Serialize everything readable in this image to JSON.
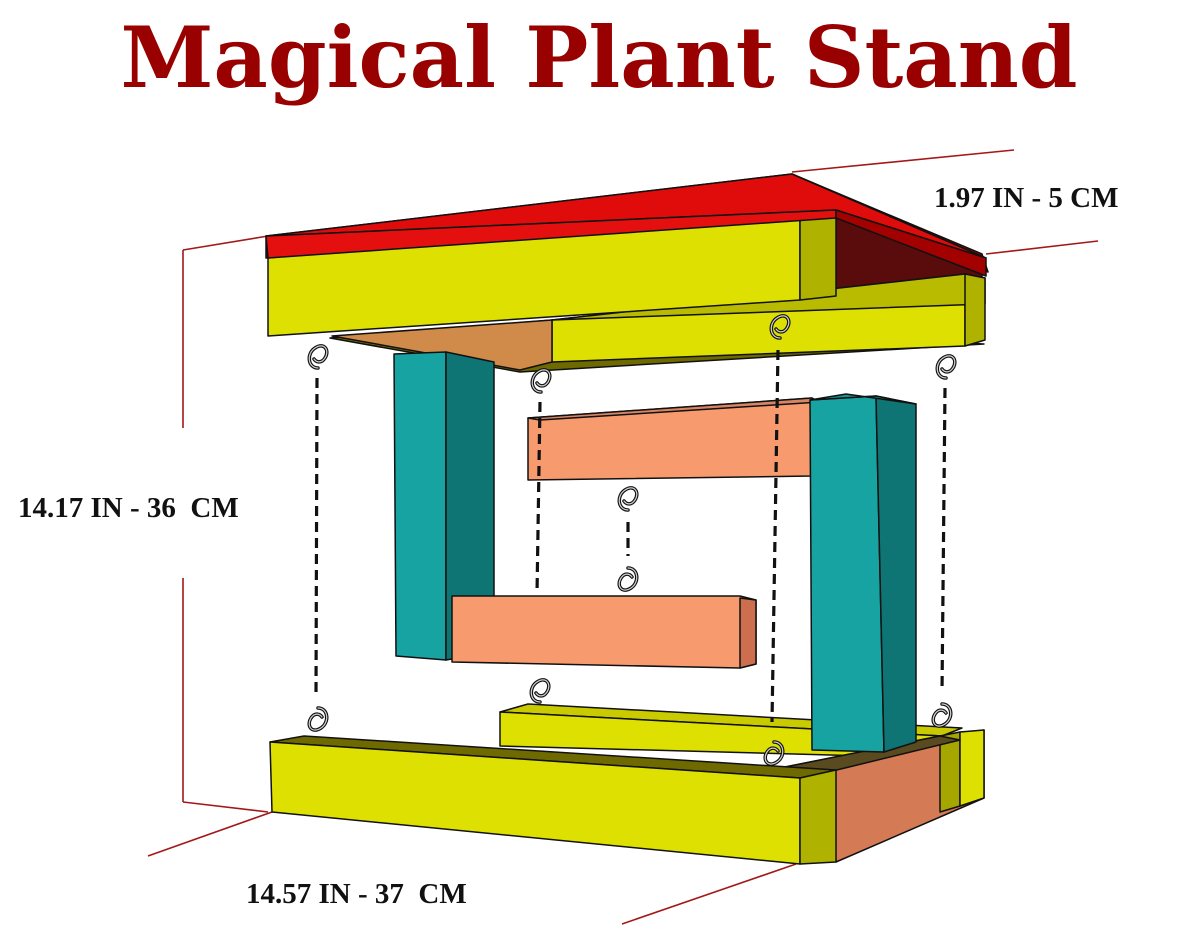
{
  "title": "Magical Plant Stand",
  "dimensions": {
    "top_thickness": "1.97 IN - 5 CM",
    "height": "14.17 IN - 36  CM",
    "width": "14.57 IN - 37  CM"
  },
  "colors": {
    "title": "#990000",
    "top_board": "#e00c0c",
    "frame_boards": "#dde000",
    "floating_boards": "#f79a6d",
    "posts": "#17a3a2",
    "dimension_lines": "#a31818",
    "chains": "#111111"
  }
}
